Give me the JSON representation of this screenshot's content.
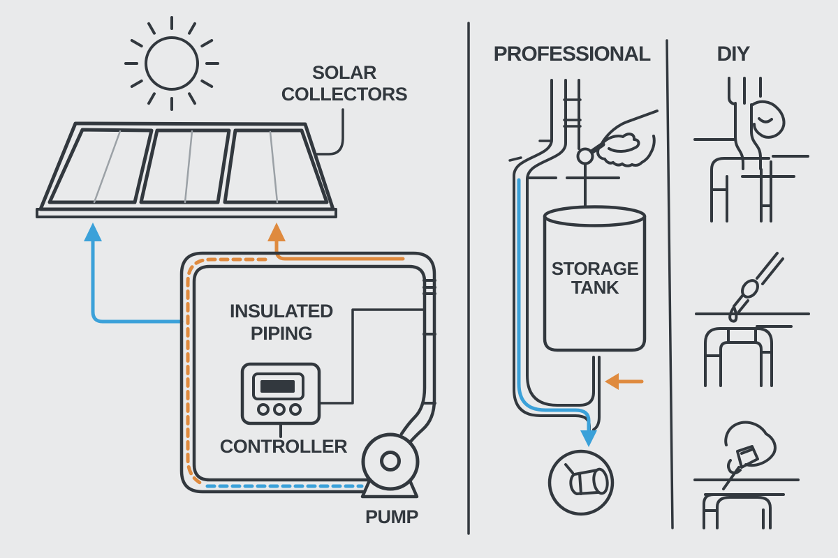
{
  "colors": {
    "background": "#e9eaeb",
    "ink": "#32383e",
    "blue": "#3ba1d9",
    "orange": "#df8a3e",
    "muted": "#9ba1a6"
  },
  "system_diagram": {
    "solar_collectors_label": [
      "SOLAR",
      "COLLECTORS"
    ],
    "insulated_piping_label": [
      "INSULATED",
      "PIPING"
    ],
    "controller_label": "CONTROLLER",
    "pump_label": "PUMP"
  },
  "comparison_panel": {
    "professional": {
      "header": "PROFESSIONAL",
      "storage_tank_label": [
        "STORAGE",
        "TANK"
      ]
    },
    "diy": {
      "header": "DIY"
    }
  },
  "icons": {
    "sun-icon": "circle with twelve rays",
    "solar-panel-icon": "three-cell collector in perspective",
    "controller-icon": "box with display and three buttons",
    "pump-icon": "circle with hub on flared base",
    "valve-icon": "round knob adjusted by hand with wrench",
    "storage-tank-icon": "upright cylinder",
    "pipe-fitting-icon": "coupling nut inside circle",
    "flow-up-cold-icon": "blue up arrow",
    "flow-up-hot-icon": "orange up arrow",
    "flow-in-icon": "orange left arrow",
    "flow-down-icon": "blue down arrow"
  }
}
